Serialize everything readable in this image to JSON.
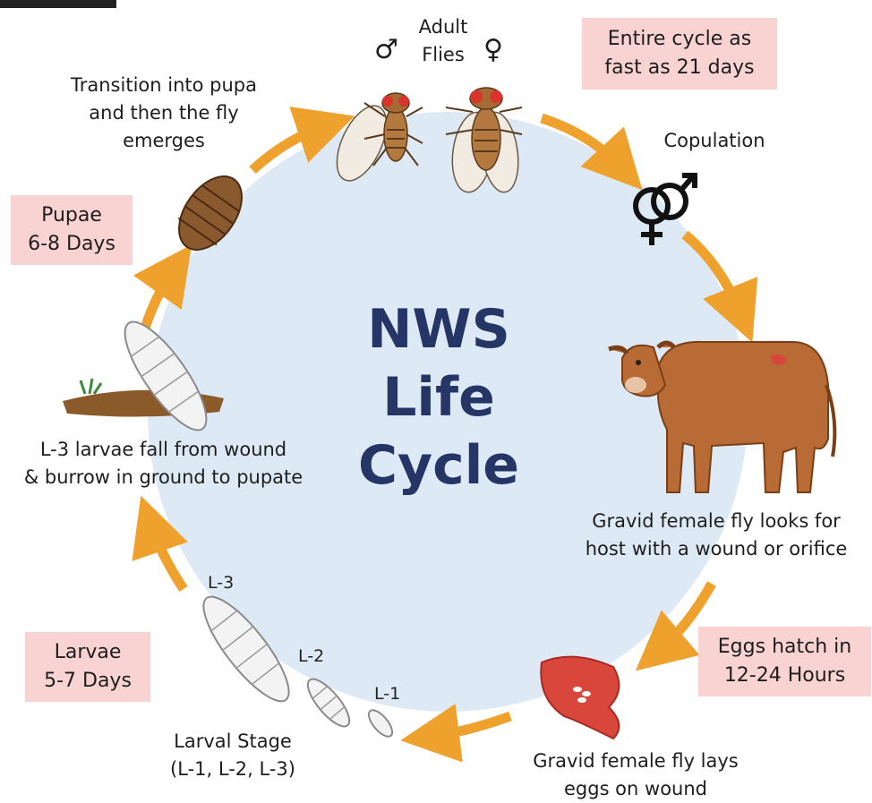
{
  "title": {
    "line1": "NWS",
    "line2": "Life",
    "line3": "Cycle"
  },
  "adult_flies": {
    "line1": "Adult",
    "line2": "Flies",
    "male_symbol": "♂",
    "female_symbol": "♀"
  },
  "entire_cycle": {
    "line1": "Entire cycle as",
    "line2": "fast as 21 days"
  },
  "copulation": {
    "label": "Copulation"
  },
  "gravid_host": {
    "line1": "Gravid female fly looks for",
    "line2": "host with a wound or orifice"
  },
  "eggs_hatch": {
    "line1": "Eggs hatch in",
    "line2": "12-24 Hours"
  },
  "lays_eggs": {
    "line1": "Gravid female fly lays",
    "line2": "eggs on wound"
  },
  "larval_stage": {
    "line1": "Larval Stage",
    "line2": "(L-1, L-2, L-3)",
    "l1": "L-1",
    "l2": "L-2",
    "l3": "L-3"
  },
  "larvae_box": {
    "line1": "Larvae",
    "line2": "5-7 Days"
  },
  "l3_fall": {
    "line1": "L-3 larvae fall from wound",
    "line2": "& burrow in ground to pupate"
  },
  "pupae_box": {
    "line1": "Pupae",
    "line2": "6-8 Days"
  },
  "transition": {
    "line1": "Transition into pupa",
    "line2": "and then the fly",
    "line3": "emerges"
  },
  "colors": {
    "circle_fill": "#ddeaf6",
    "arrow": "#efa12d",
    "title": "#253566",
    "pink_box": "#f9d3d1",
    "cow": "#b86b34",
    "wound": "#d9463c"
  },
  "icons": [
    "fly-male-icon",
    "fly-female-icon",
    "copulation-symbol-icon",
    "cow-icon",
    "wound-eggs-icon",
    "larva-icon",
    "burrowing-larva-icon",
    "pupa-icon"
  ]
}
